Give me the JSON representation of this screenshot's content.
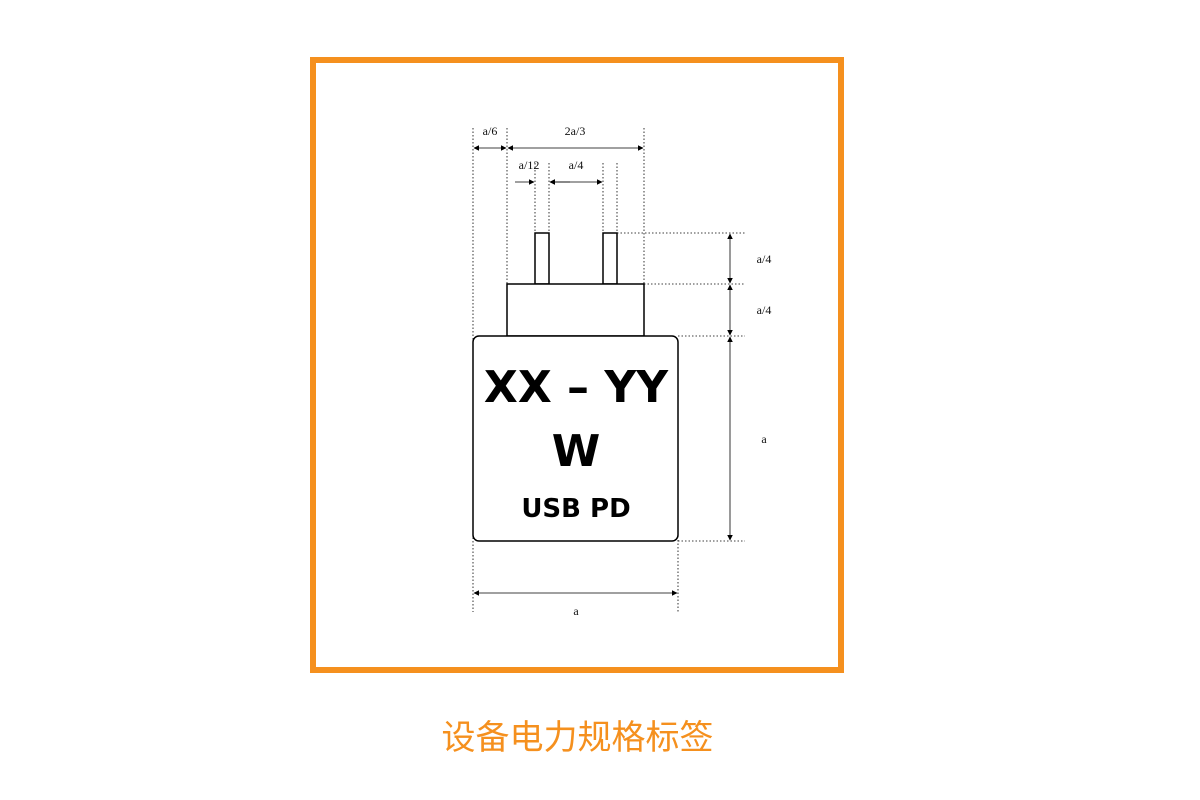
{
  "charger": {
    "line1": "XX – YY",
    "line2": "W",
    "line3": "USB PD"
  },
  "dimensions": {
    "a_sixth": "a/6",
    "two_a_third": "2a/3",
    "a_twelfth": "a/12",
    "a_quarter_pin_gap": "a/4",
    "a_quarter_pin_height": "a/4",
    "a_quarter_neck_height": "a/4",
    "a_body_height": "a",
    "a_body_width": "a"
  },
  "caption": "设备电力规格标签",
  "colors": {
    "accent": "#f5901e"
  }
}
